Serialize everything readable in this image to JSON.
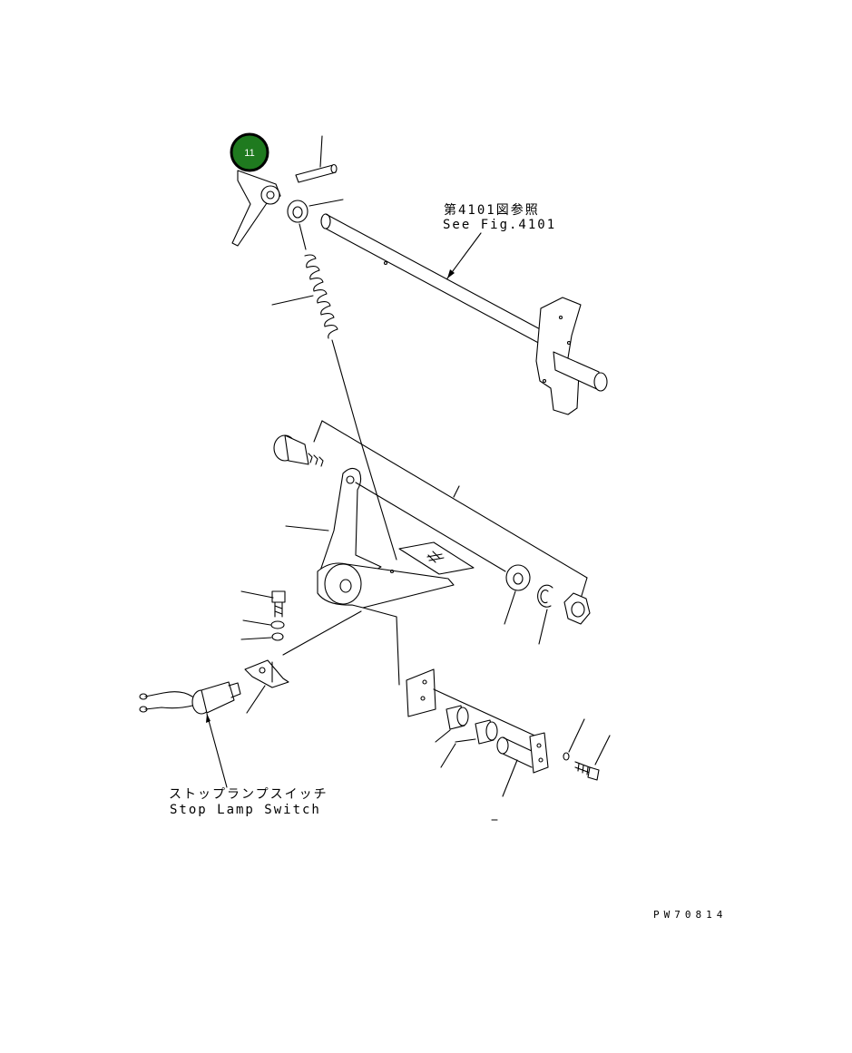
{
  "callout": {
    "number": "11",
    "color": "#1f7a1f",
    "ring": "#000000"
  },
  "labels": {
    "see_fig_jp": "第4101図参照",
    "see_fig_en": "See Fig.4101",
    "stop_lamp_jp": "ストップランプスイッチ",
    "stop_lamp_en": "Stop Lamp Switch"
  },
  "drawing_code": "PW70814"
}
